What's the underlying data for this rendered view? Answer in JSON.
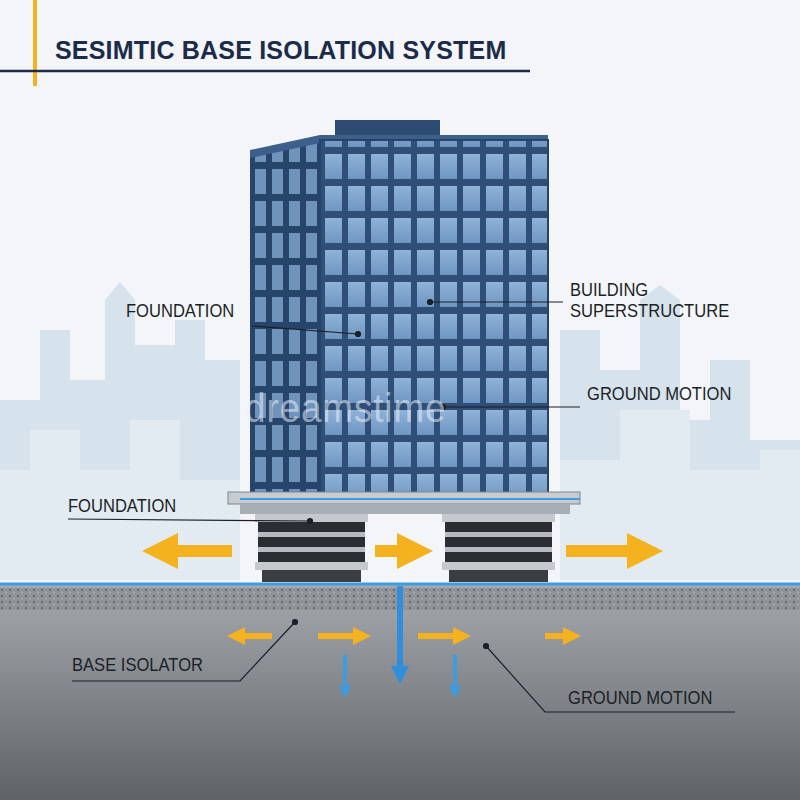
{
  "diagram": {
    "title": "SESIMTIC BASE ISOLATION SYSTEM",
    "labels": [
      "FOUNDATION",
      "BUILDING SUPERSTRUCTURE",
      "GROUND MOTION",
      "FOUNDATION",
      "BASE ISOLATOR",
      "GROUND MOTION",
      "dreamstime"
    ]
  }
}
